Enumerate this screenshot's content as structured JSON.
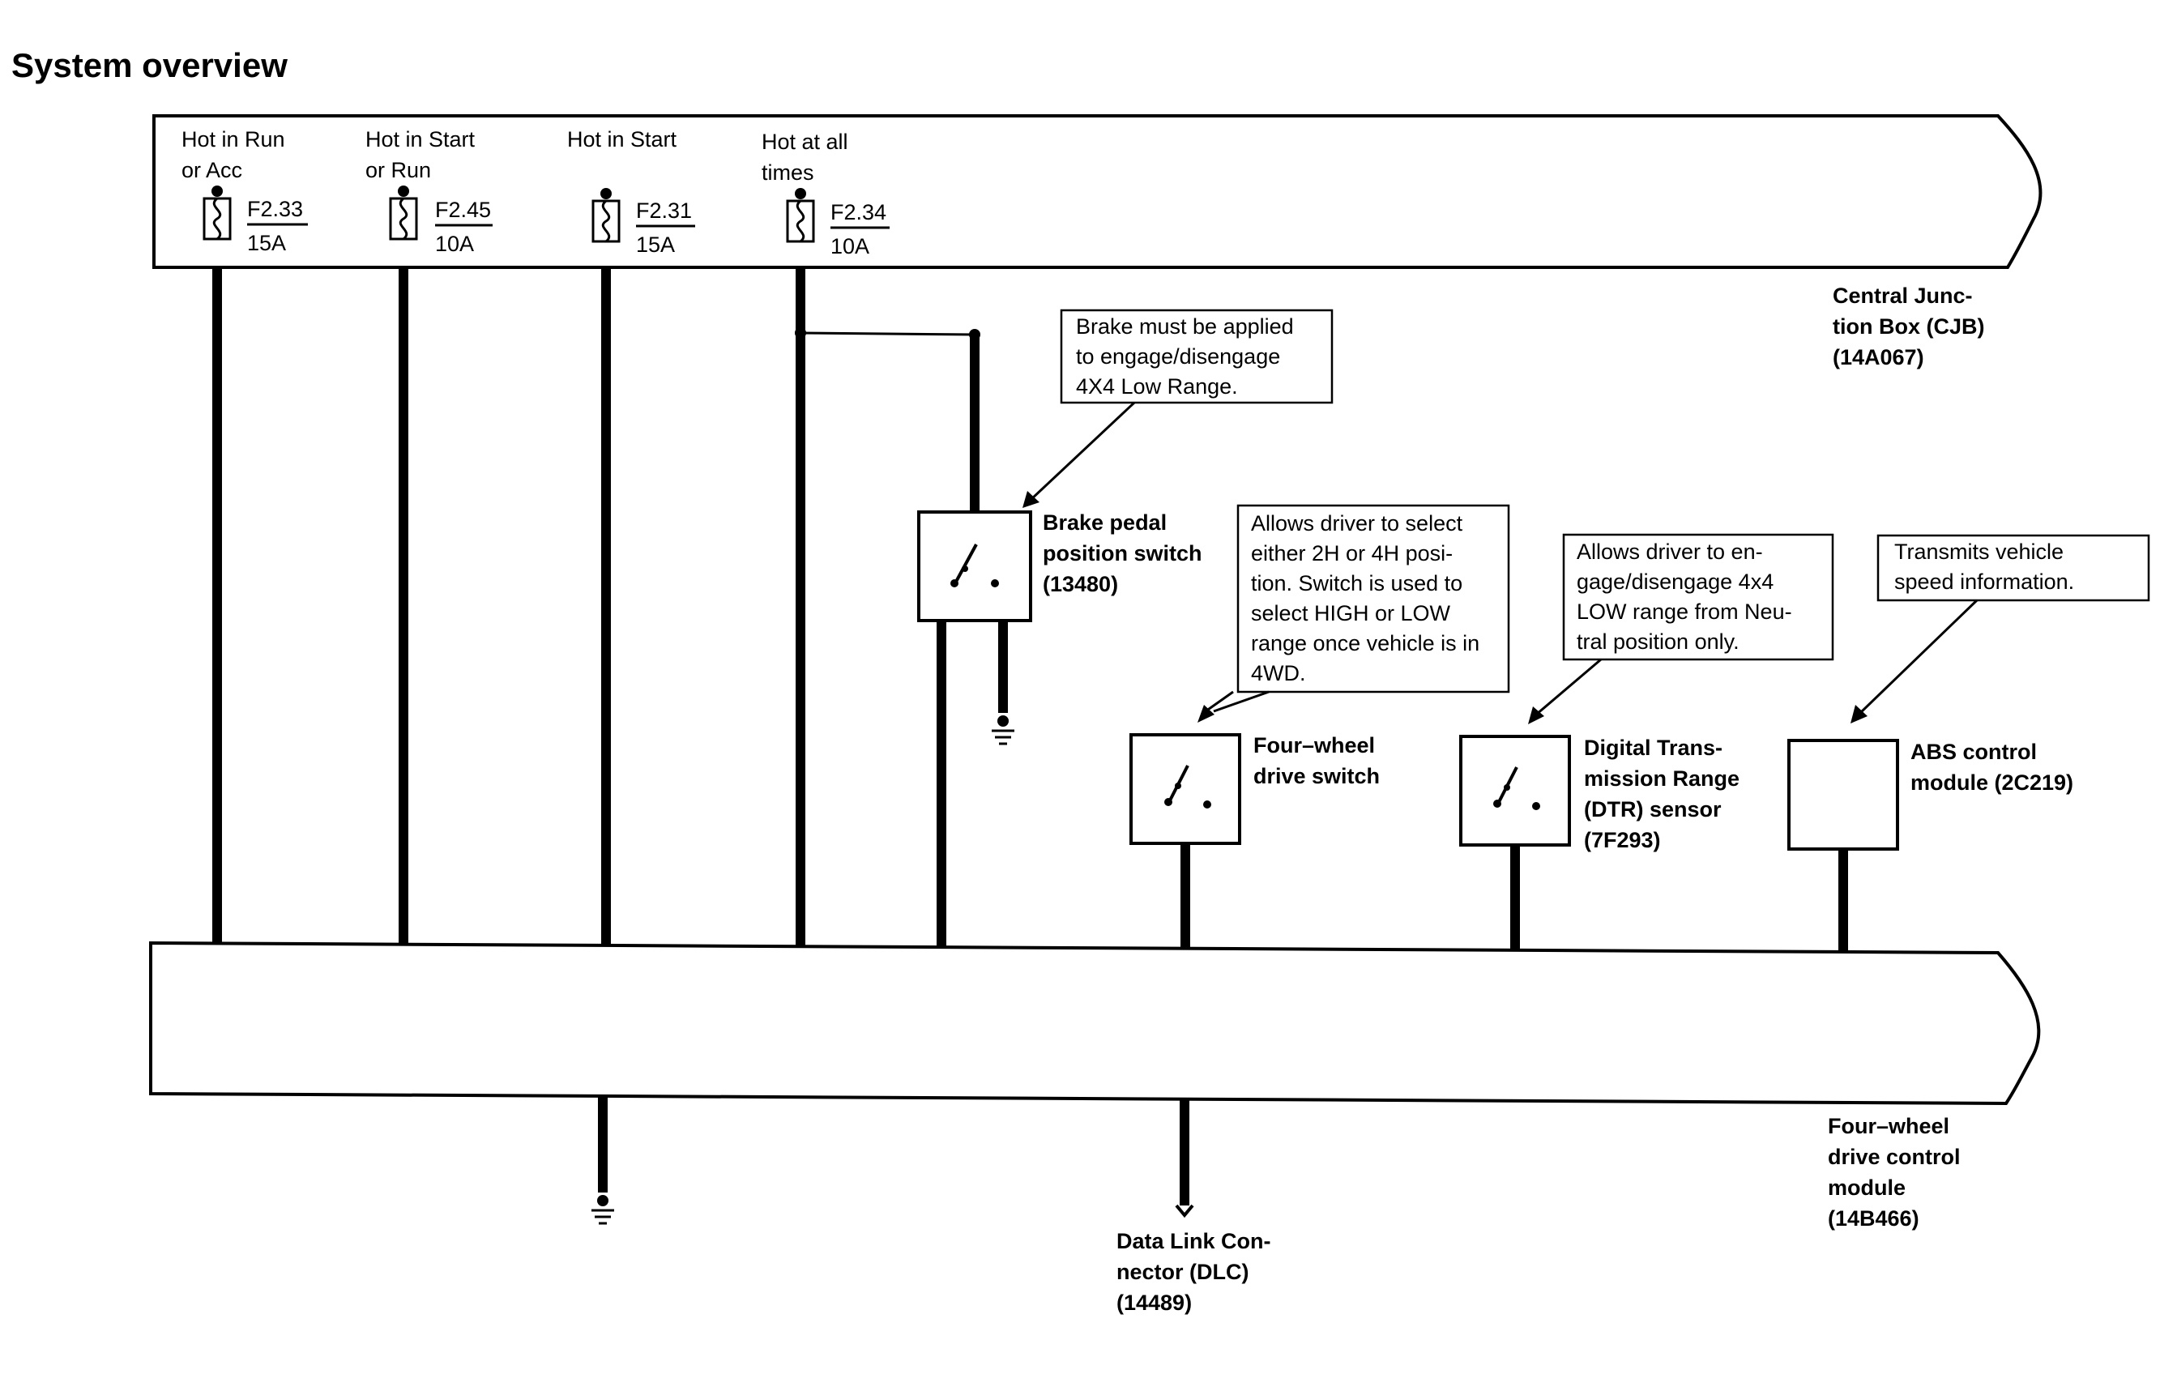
{
  "title": "System overview",
  "cjb": {
    "name": [
      "Central Junc-",
      "tion Box (CJB)",
      "(14A067)"
    ]
  },
  "fuses": [
    {
      "feed": [
        "Hot in Run",
        "or Acc"
      ],
      "id": "F2.33",
      "rating": "15A"
    },
    {
      "feed": [
        "Hot in Start",
        "or Run"
      ],
      "id": "F2.45",
      "rating": "10A"
    },
    {
      "feed": [
        "Hot in Start"
      ],
      "id": "F2.31",
      "rating": "15A"
    },
    {
      "feed": [
        "Hot at all",
        "times"
      ],
      "id": "F2.34",
      "rating": "10A"
    }
  ],
  "notes": {
    "brake": [
      "Brake must be applied",
      "to engage/disengage",
      "4X4 Low Range."
    ],
    "fwd_switch": [
      "Allows driver to select",
      "either 2H or 4H posi-",
      "tion. Switch is used to",
      "select HIGH or LOW",
      "range once vehicle is in",
      "4WD."
    ],
    "dtr": [
      "Allows driver to en-",
      "gage/disengage 4x4",
      "LOW range from Neu-",
      "tral position only."
    ],
    "abs": [
      "Transmits vehicle",
      "speed information."
    ]
  },
  "components": {
    "brake_switch": [
      "Brake pedal",
      "position switch",
      "(13480)"
    ],
    "fwd_switch": [
      "Four–wheel",
      "drive switch"
    ],
    "dtr_sensor": [
      "Digital Trans-",
      "mission Range",
      "(DTR) sensor",
      "(7F293)"
    ],
    "abs_module": [
      "ABS control",
      "module (2C219)"
    ],
    "fwd_module": [
      "Four–wheel",
      "drive control",
      "module",
      "(14B466)"
    ],
    "dlc": [
      "Data Link Con-",
      "nector (DLC)",
      "(14489)"
    ]
  }
}
